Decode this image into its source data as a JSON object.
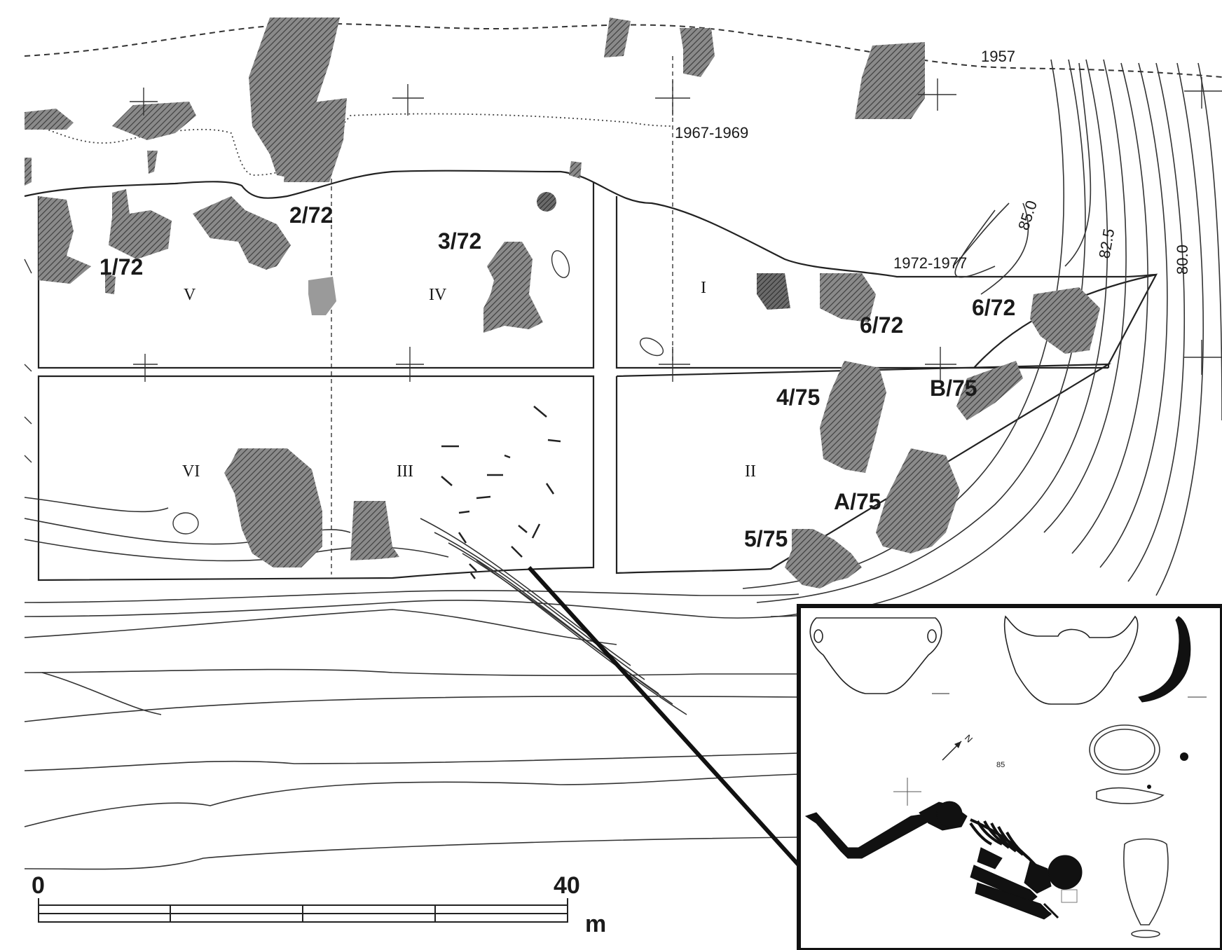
{
  "map": {
    "years": {
      "y1957": "1957",
      "y1967": "1967-1969",
      "y1972": "1972-1977"
    },
    "contours": {
      "c85": "85.0",
      "c825": "82.5",
      "c80": "80.0"
    },
    "sectors": {
      "s1": "I",
      "s2": "II",
      "s3": "III",
      "s4": "IV",
      "s5": "V",
      "s6": "VI"
    },
    "features": {
      "f1": "1/72",
      "f2": "2/72",
      "f3": "3/72",
      "f6a": "6/72",
      "f6b": "6/72",
      "f4": "4/75",
      "fB": "B/75",
      "fA": "A/75",
      "f5": "5/75"
    },
    "scalebar": {
      "start": "0",
      "end": "40",
      "unit": "m"
    },
    "inset": {
      "grave_number": "85",
      "north": "N"
    }
  }
}
